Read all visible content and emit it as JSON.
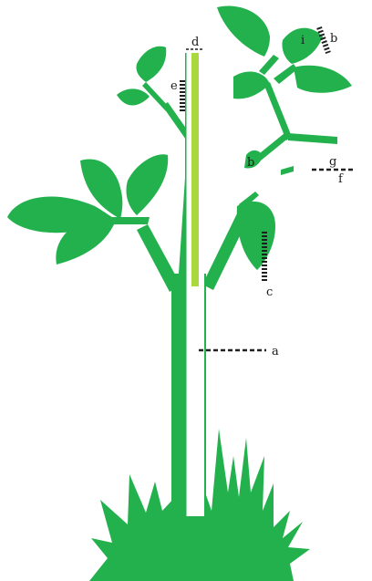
{
  "colors": {
    "plant": "#23b14d",
    "stake": "#a9d93f",
    "pole": "#ffffff",
    "dash": "#1f1f1f",
    "label": "#1a1a1a"
  },
  "labels": {
    "a": "a",
    "b_upper": "b",
    "b_lower": "b",
    "c": "c",
    "d": "d",
    "e": "e",
    "f": "f",
    "g": "g",
    "i": "i"
  }
}
